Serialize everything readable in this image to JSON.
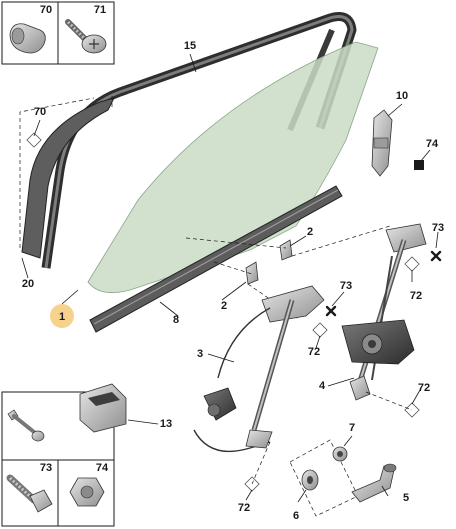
{
  "labels": {
    "glass": "1",
    "bracket": "2",
    "front_regulator": "3",
    "rear_regulator": "4",
    "crank_handle": "5",
    "roller": "6",
    "clip": "7",
    "waist_seal": "8",
    "guide_rail": "10",
    "switch": "13",
    "run_channel": "15",
    "side_seal": "20",
    "clip_fastener": "70",
    "screw": "71",
    "rivet": "72",
    "bolt": "73",
    "nut": "74"
  },
  "colors": {
    "line": "#1a1a1a",
    "glass": "#c9dcc4",
    "seal": "#4a4a4a",
    "metal": "#b8b8b8",
    "highlight": "#f6d28c"
  },
  "icons": [
    "clip-fastener-icon",
    "screw-icon",
    "rivet-icon",
    "bolt-icon",
    "nut-icon",
    "cross-marker-icon",
    "tag-square-icon"
  ]
}
